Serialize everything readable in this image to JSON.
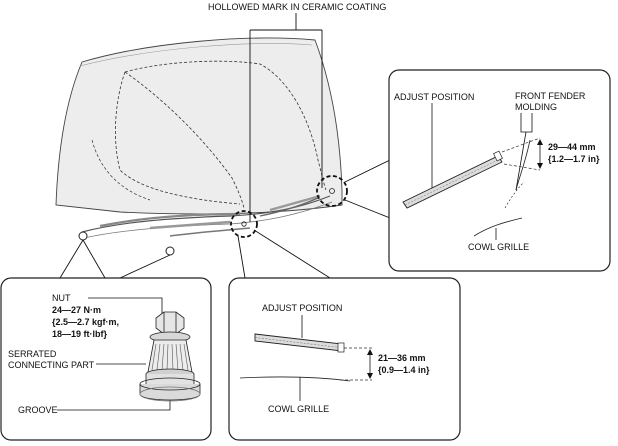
{
  "top": {
    "hollowed_mark": "HOLLOWED MARK IN CERAMIC COATING"
  },
  "right_detail": {
    "adjust_position": "ADJUST POSITION",
    "front_fender_line1": "FRONT FENDER",
    "front_fender_line2": "MOLDING",
    "dimension_mm": "29—44 mm",
    "dimension_in": "{1.2—1.7 in}",
    "cowl_grille": "COWL GRILLE"
  },
  "left_detail": {
    "nut": "NUT",
    "torque_nm": "24—27 N·m",
    "torque_kgfm": "{2.5—2.7 kgf·m,",
    "torque_ftlbf": "18—19 ft·lbf}",
    "serrated_line1": "SERRATED",
    "serrated_line2": "CONNECTING PART",
    "groove": "GROOVE"
  },
  "center_detail": {
    "adjust_position": "ADJUST POSITION",
    "dimension_mm": "21—36 mm",
    "dimension_in": "{0.9—1.4 in}",
    "cowl_grille": "COWL GRILLE"
  }
}
